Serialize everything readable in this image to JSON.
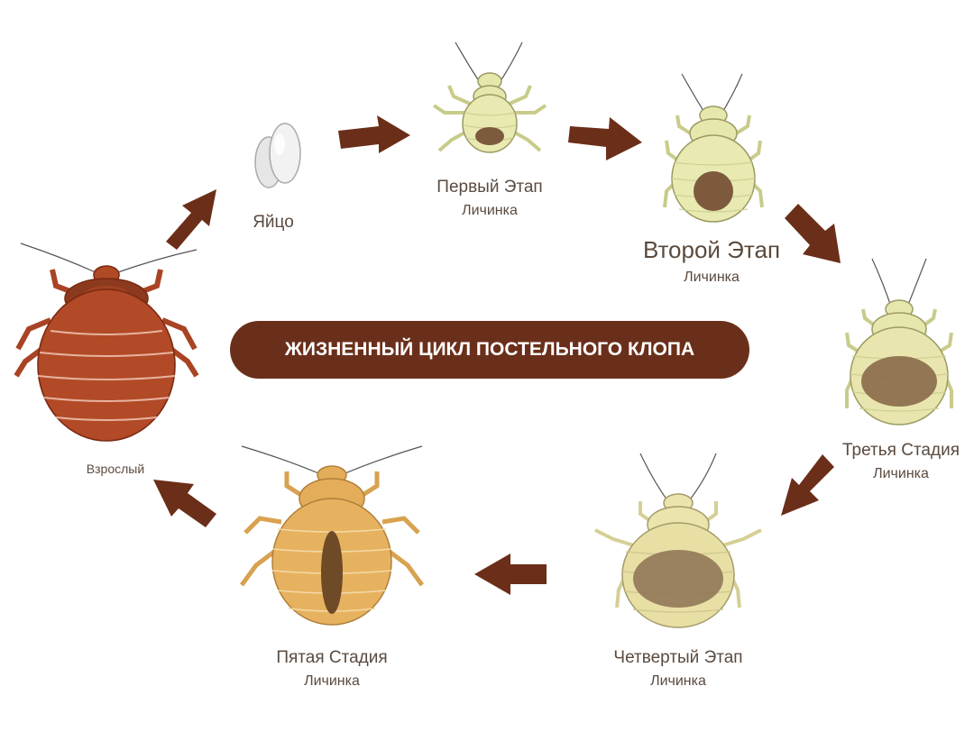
{
  "title": "ЖИЗНЕННЫЙ ЦИКЛ ПОСТЕЛЬНОГО КЛОПА",
  "stages": {
    "egg": {
      "name": "Яйцо"
    },
    "first": {
      "name": "Первый Этап",
      "type": "Личинка"
    },
    "second": {
      "name": "Второй Этап",
      "type": "Личинка"
    },
    "third": {
      "name": "Третья Стадия",
      "type": "Личинка"
    },
    "fourth": {
      "name": "Четвертый Этап",
      "type": "Личинка"
    },
    "fifth": {
      "name": "Пятая Стадия",
      "type": "Личинка"
    },
    "adult": {
      "name": "Взрослый"
    }
  },
  "colors": {
    "arrow": "#6b2e18",
    "banner": "#6a2f1b",
    "nymph_pale": "#e9eab2",
    "nymph_mid": "#e8dfa4",
    "nymph_gold": "#e7b25f",
    "adult": "#b24a27",
    "blood": "#7a4a2c"
  },
  "icons": [
    "egg-icon",
    "nymph-icon",
    "adult-bedbug-icon",
    "arrow-icon"
  ]
}
